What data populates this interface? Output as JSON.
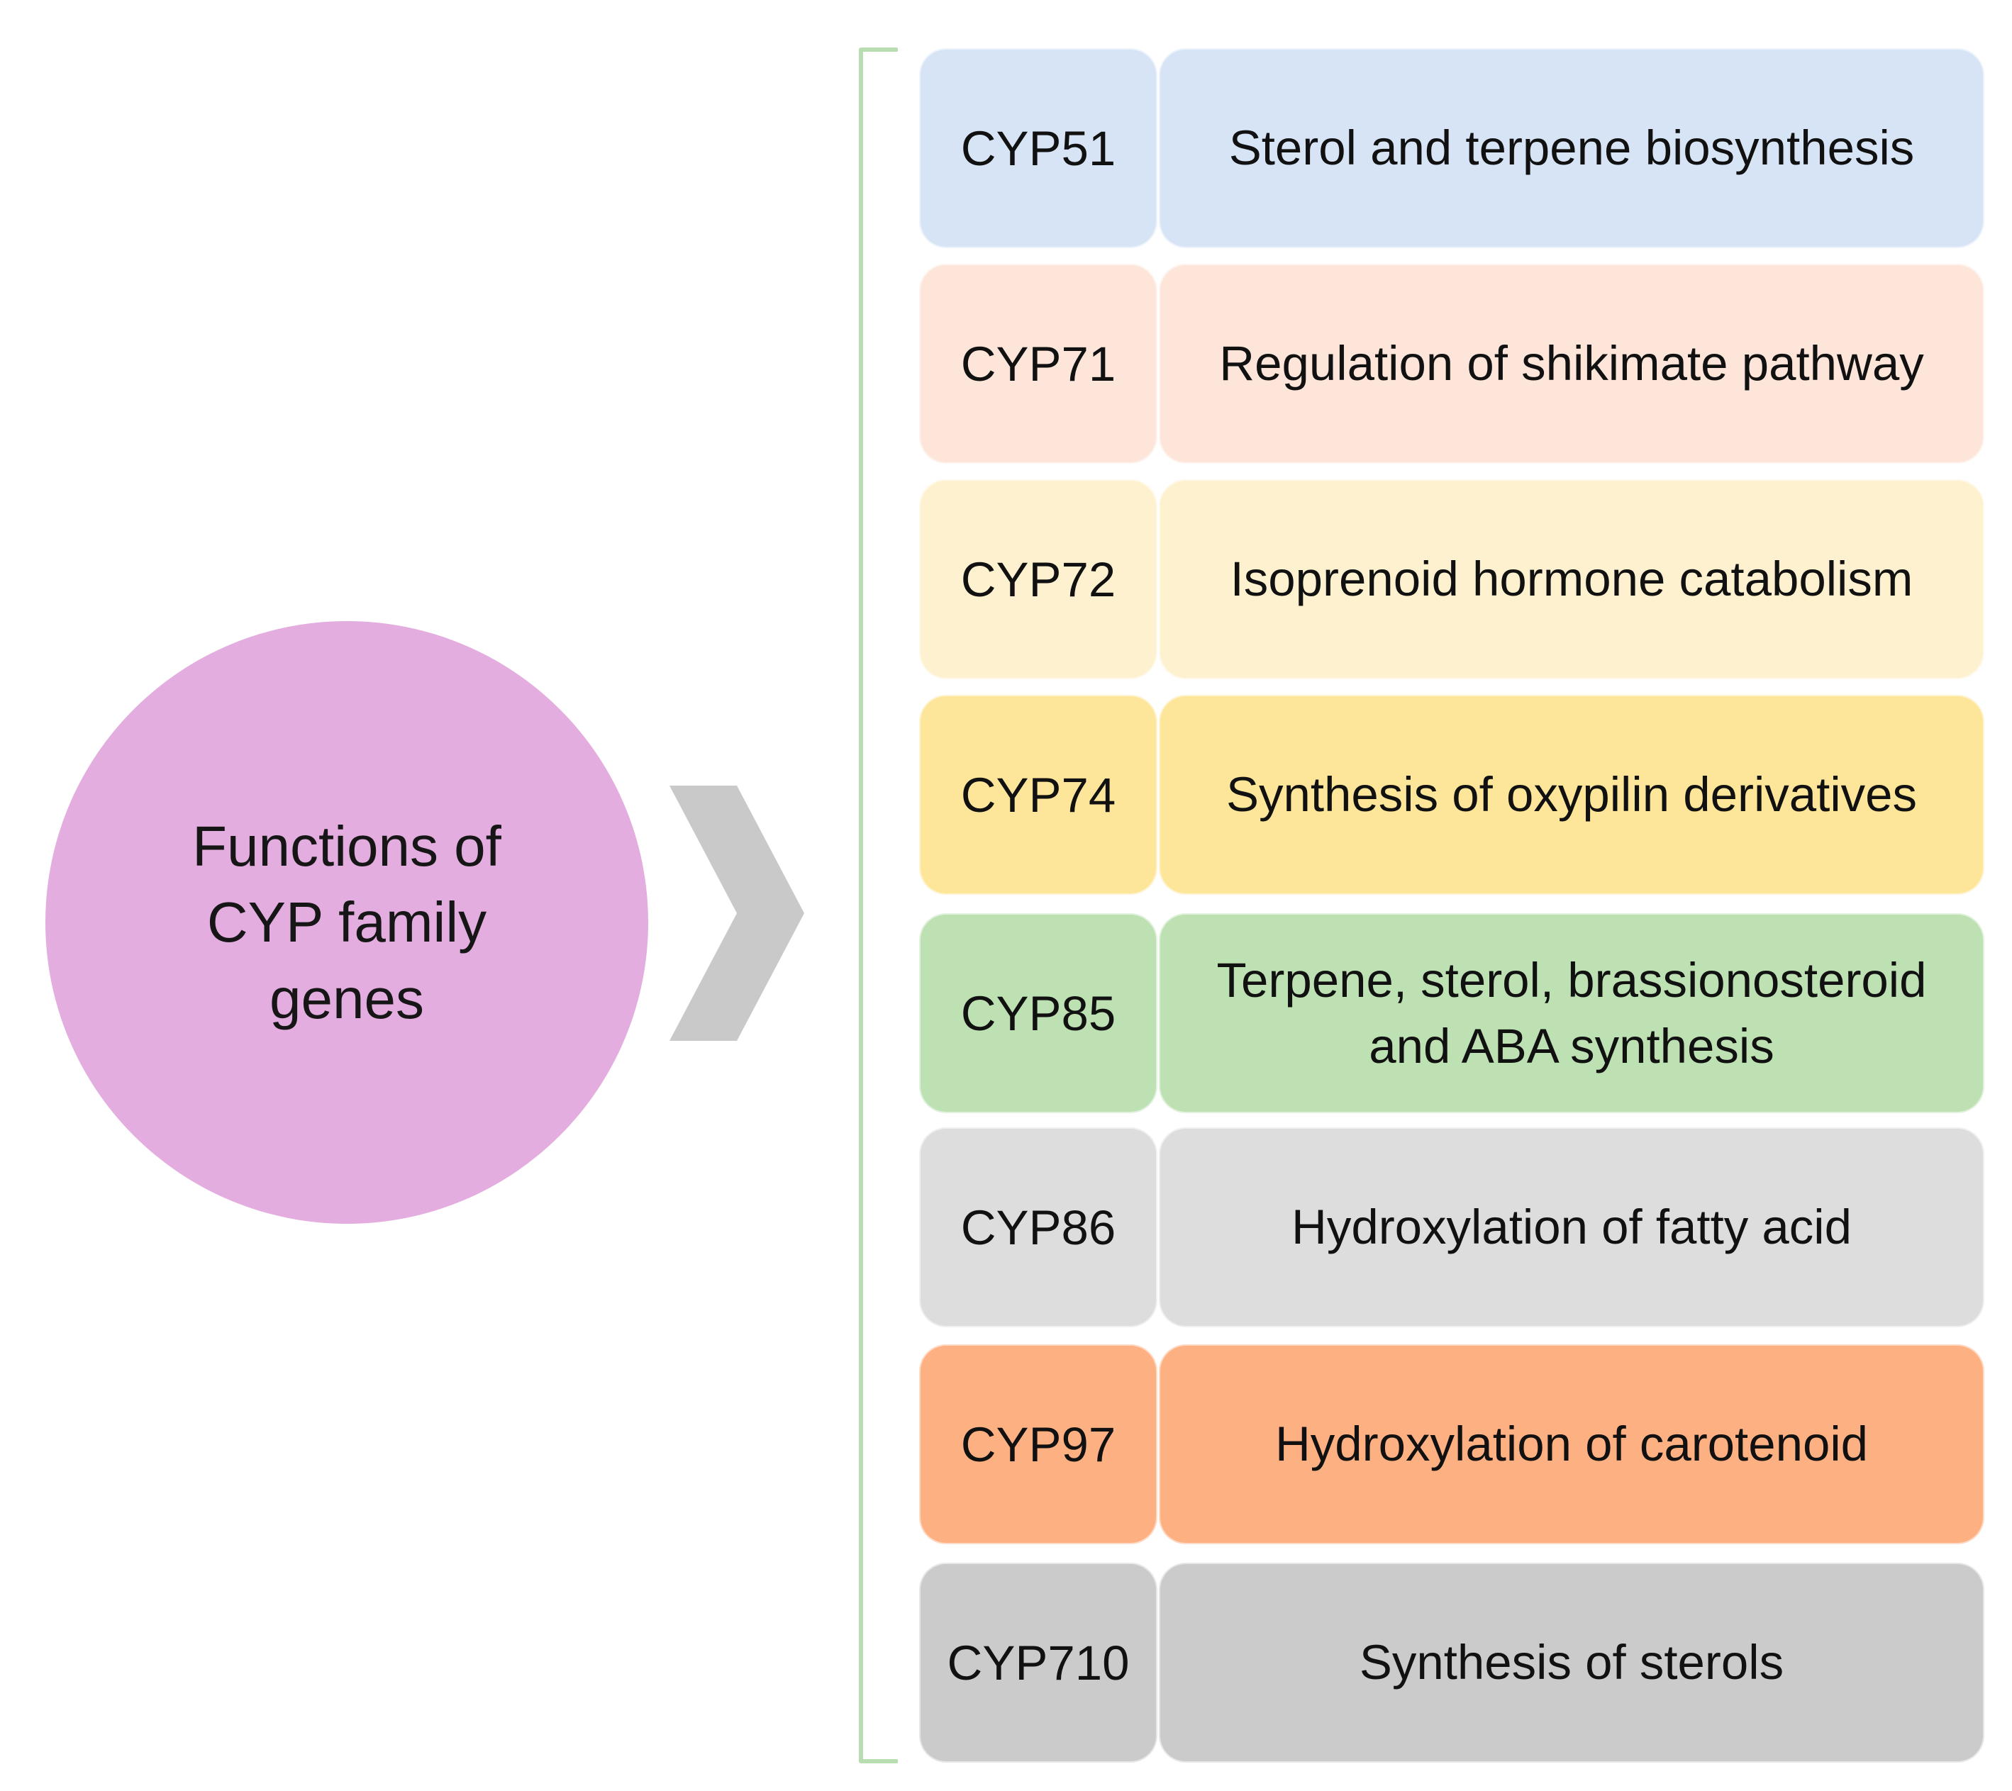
{
  "diagram": {
    "center_text": "Functions of\nCYP family\ngenes",
    "colors": {
      "center_circle": "#e4addf",
      "arrow": "#c9c9c9",
      "bracket": "#b8ddb0"
    },
    "families": [
      {
        "code": "CYP51",
        "function": "Sterol and terpene biosynthesis",
        "color": "#d7e4f5"
      },
      {
        "code": "CYP71",
        "function": "Regulation of shikimate pathway",
        "color": "#fde5da"
      },
      {
        "code": "CYP72",
        "function": "Isoprenoid hormone catabolism",
        "color": "#fdf1cf"
      },
      {
        "code": "CYP74",
        "function": "Synthesis of oxypilin derivatives",
        "color": "#fde699"
      },
      {
        "code": "CYP85",
        "function": "Terpene, sterol, brassionosteroid and ABA synthesis",
        "color": "#bde1b3"
      },
      {
        "code": "CYP86",
        "function": "Hydroxylation of fatty acid",
        "color": "#dddddd"
      },
      {
        "code": "CYP97",
        "function": "Hydroxylation of carotenoid",
        "color": "#fdb082"
      },
      {
        "code": "CYP710",
        "function": "Synthesis of sterols",
        "color": "#cbcbcb"
      }
    ]
  }
}
